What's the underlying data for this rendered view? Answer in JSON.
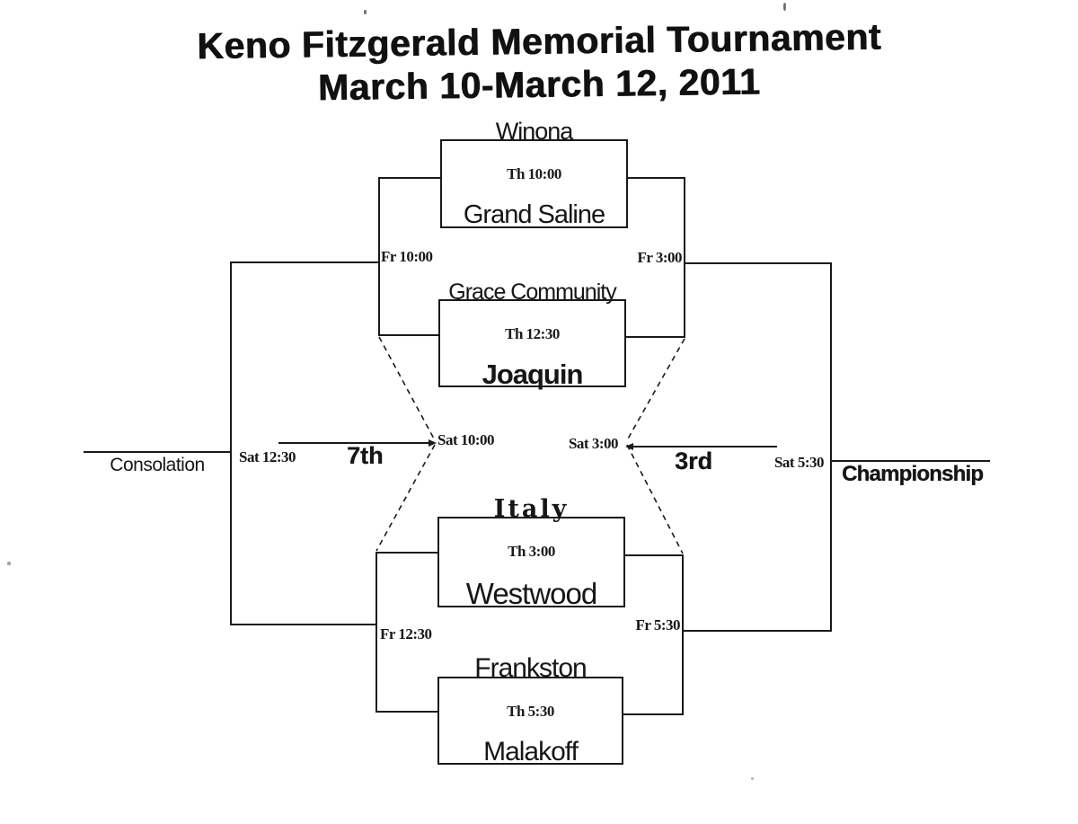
{
  "document": {
    "title_line1": "Keno Fitzgerald Memorial Tournament",
    "title_line2": "March 10-March 12, 2011"
  },
  "games": [
    {
      "team_top": "Winona",
      "time": "Th 10:00",
      "team_bottom": "Grand Saline"
    },
    {
      "team_top": "Grace Community",
      "time": "Th 12:30",
      "team_bottom": "Joaquin"
    },
    {
      "team_top": "Italy",
      "time": "Th 3:00",
      "team_bottom": "Westwood"
    },
    {
      "team_top": "Frankston",
      "time": "Th 5:30",
      "team_bottom": "Malakoff"
    }
  ],
  "schedule_labels": {
    "consolation_semi_top": "Fr 10:00",
    "championship_semi_top": "Fr 3:00",
    "consolation_semi_bottom": "Fr 12:30",
    "championship_semi_bottom": "Fr 5:30",
    "consolation_final": "Sat 12:30",
    "seventh_place_game": "Sat 10:00",
    "third_place_game": "Sat 3:00",
    "championship_final": "Sat 5:30"
  },
  "round_labels": {
    "consolation": "Consolation",
    "seventh": "7th",
    "third": "3rd",
    "championship": "Championship"
  },
  "colors": {
    "ink": "#1a1a1a",
    "paper": "#ffffff"
  }
}
